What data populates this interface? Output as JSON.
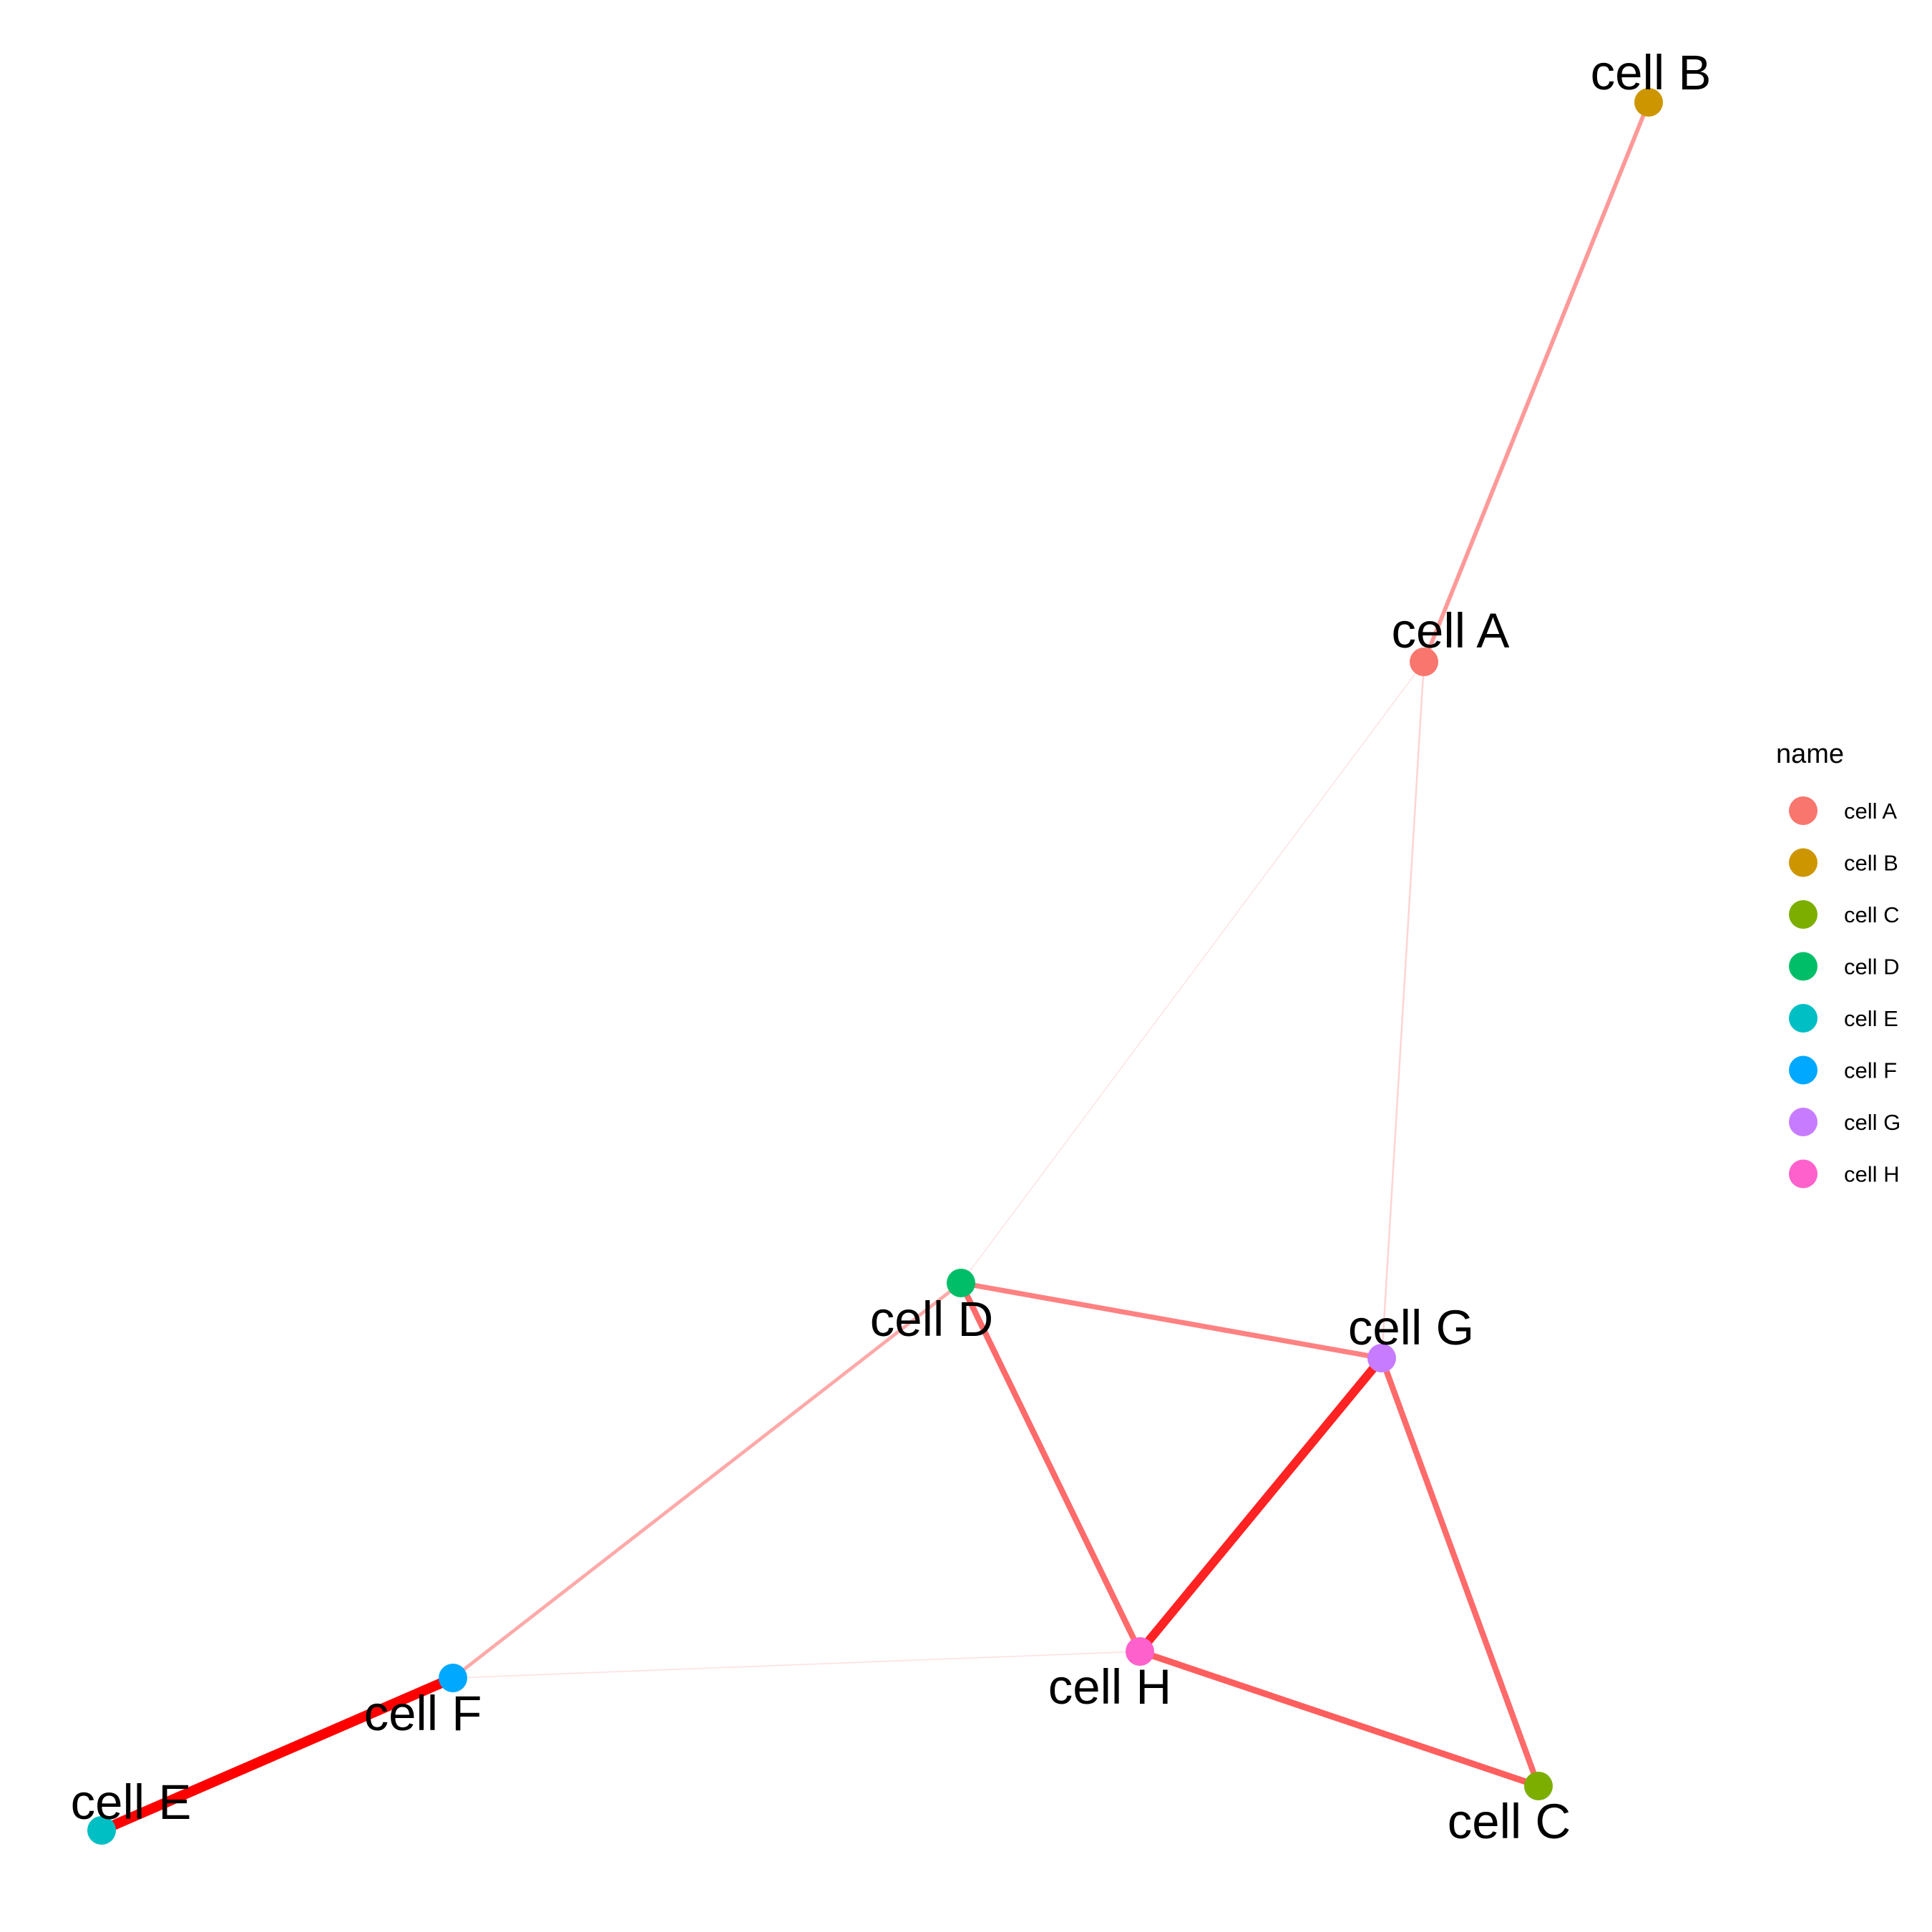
{
  "legend": {
    "title": "name"
  },
  "nodes": [
    {
      "id": "A",
      "label": "cell A",
      "color": "#F8766D"
    },
    {
      "id": "B",
      "label": "cell B",
      "color": "#CD9600"
    },
    {
      "id": "C",
      "label": "cell C",
      "color": "#7CAE00"
    },
    {
      "id": "D",
      "label": "cell D",
      "color": "#00BE67"
    },
    {
      "id": "E",
      "label": "cell E",
      "color": "#00BFC4"
    },
    {
      "id": "F",
      "label": "cell F",
      "color": "#00A9FF"
    },
    {
      "id": "G",
      "label": "cell G",
      "color": "#C77CFF"
    },
    {
      "id": "H",
      "label": "cell H",
      "color": "#FF61CC"
    }
  ],
  "edges": [
    {
      "source": "A",
      "target": "B",
      "weight": 0.35
    },
    {
      "source": "A",
      "target": "D",
      "weight": 0.03
    },
    {
      "source": "A",
      "target": "G",
      "weight": 0.1
    },
    {
      "source": "D",
      "target": "G",
      "weight": 0.45
    },
    {
      "source": "D",
      "target": "F",
      "weight": 0.28
    },
    {
      "source": "D",
      "target": "H",
      "weight": 0.55
    },
    {
      "source": "G",
      "target": "H",
      "weight": 0.85
    },
    {
      "source": "G",
      "target": "C",
      "weight": 0.55
    },
    {
      "source": "H",
      "target": "C",
      "weight": 0.6
    },
    {
      "source": "F",
      "target": "H",
      "weight": 0.04
    },
    {
      "source": "F",
      "target": "E",
      "weight": 1.0
    }
  ]
}
